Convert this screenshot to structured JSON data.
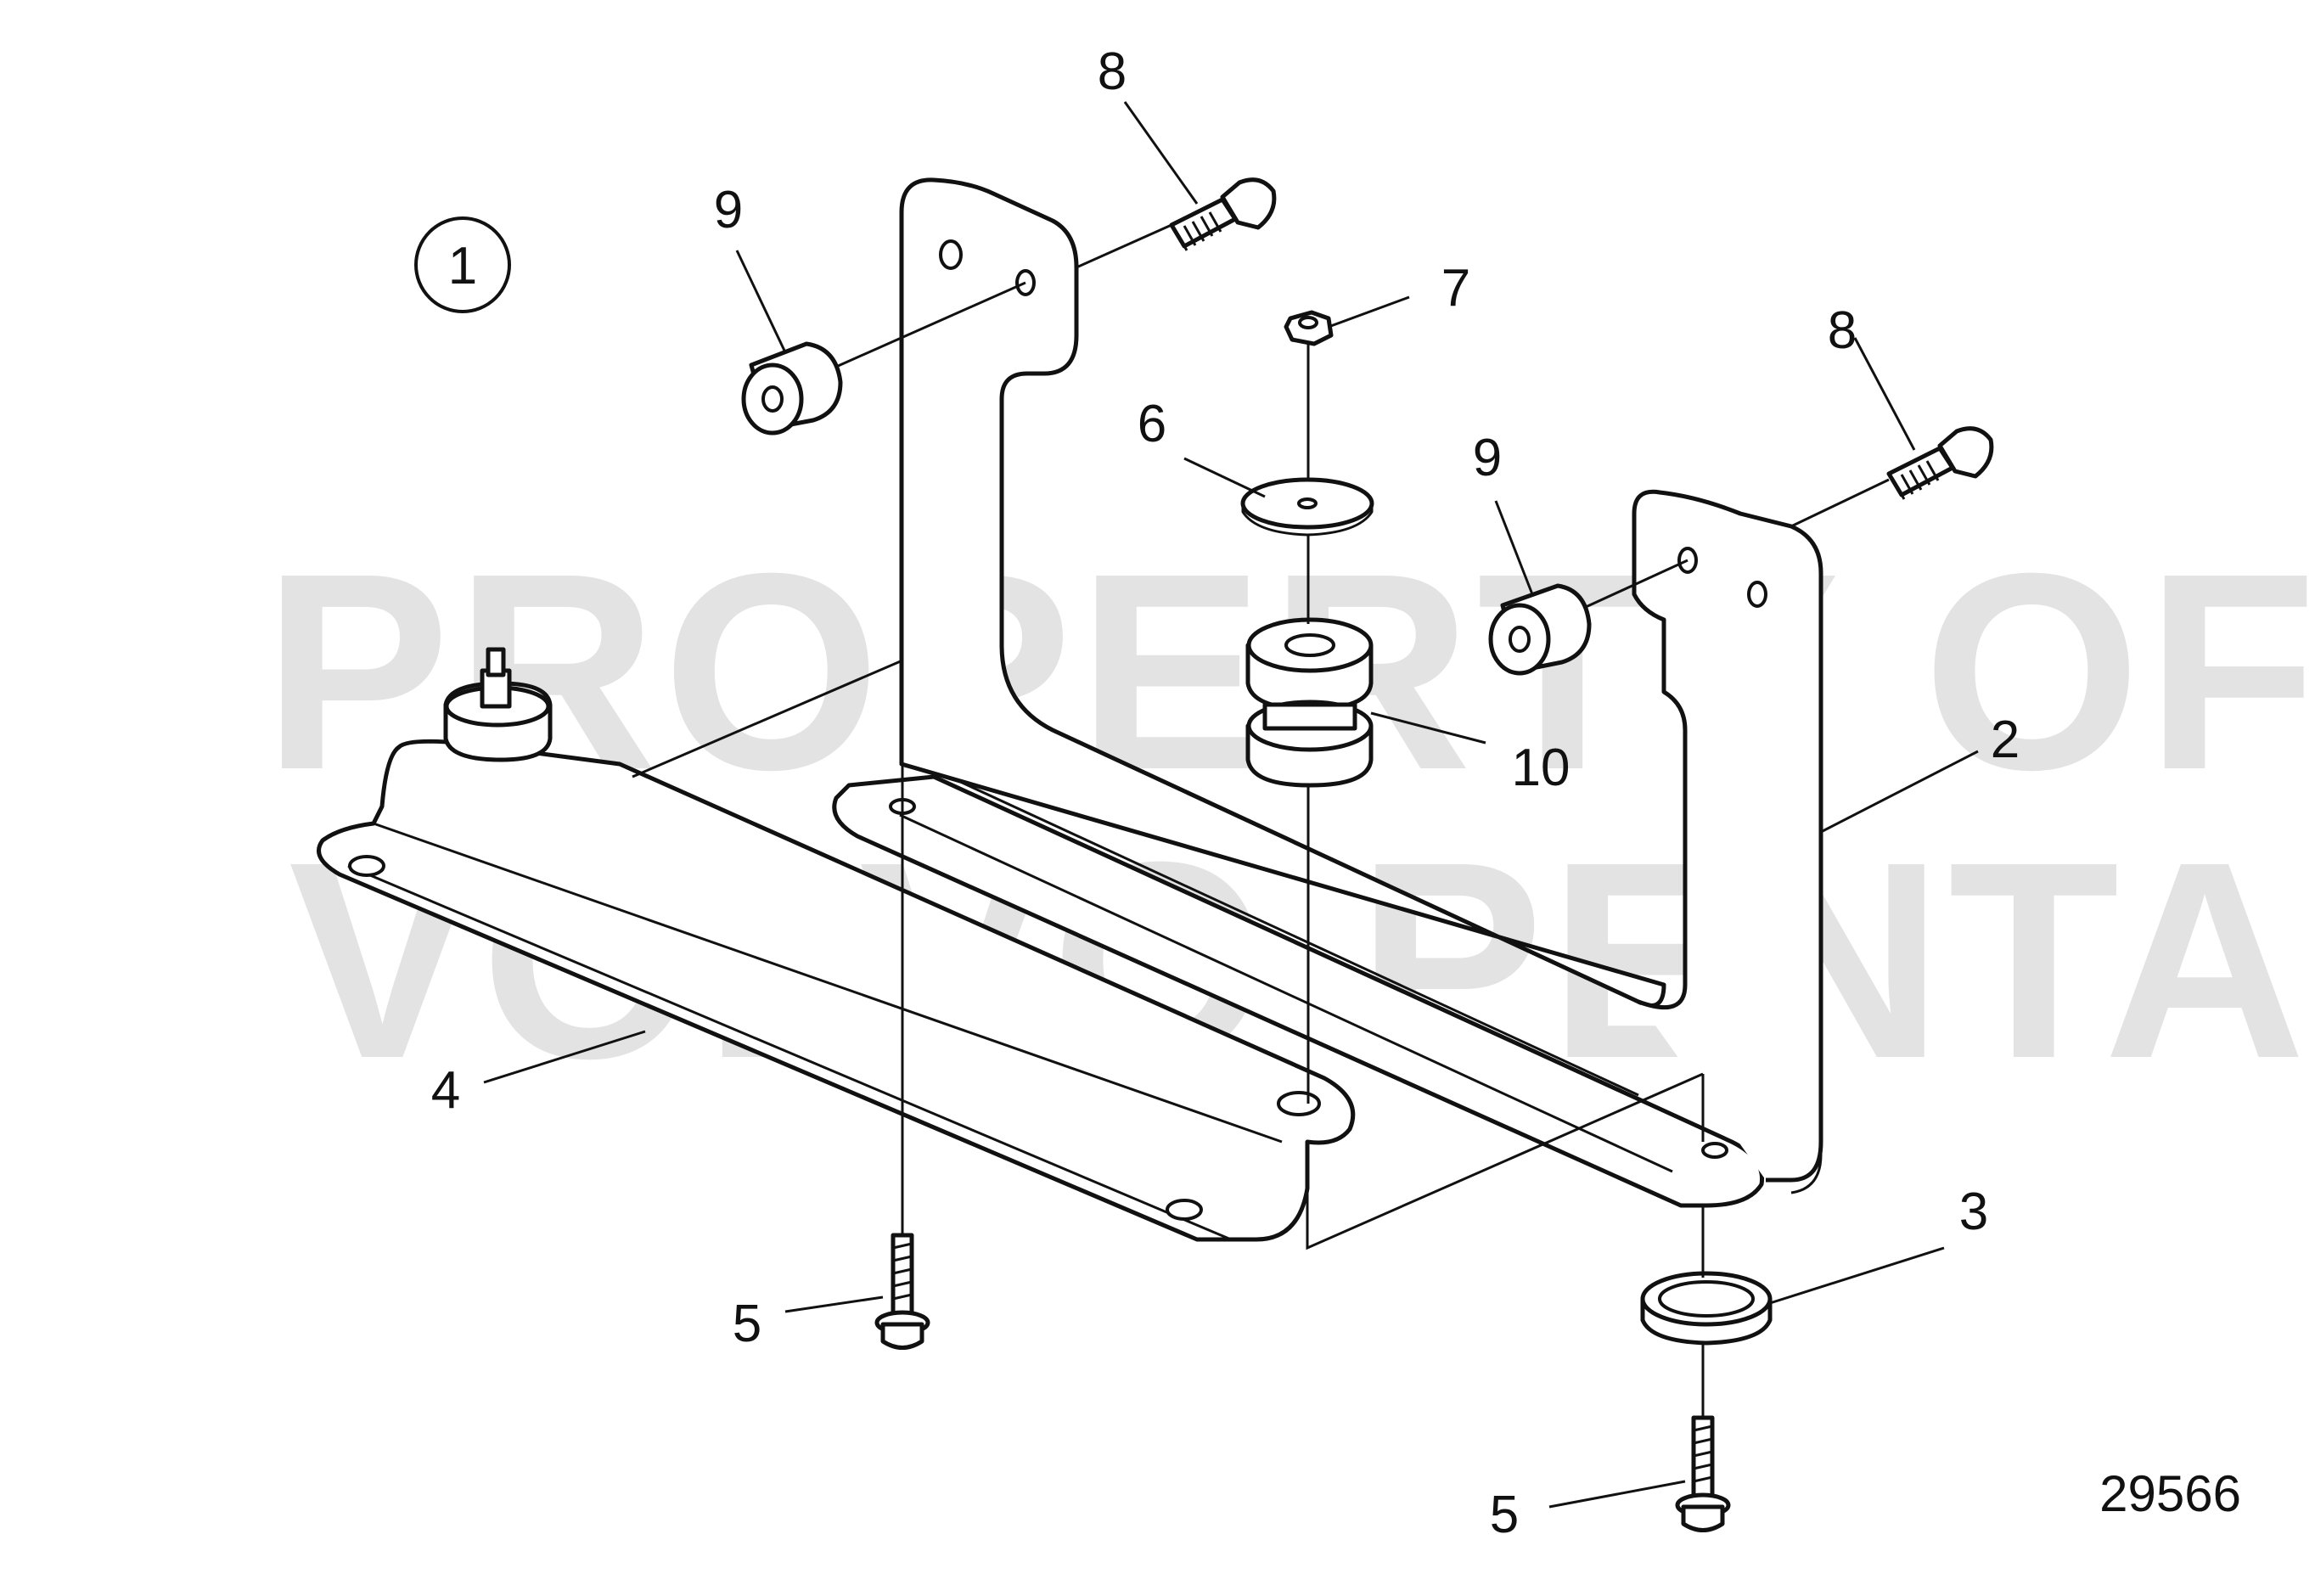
{
  "watermark": {
    "line1": "PROPERTY OF",
    "line2": "VOLVO PENTA",
    "color": "#e3e3e3"
  },
  "assembly_label": "1",
  "callouts": {
    "c2": "2",
    "c3": "3",
    "c4": "4",
    "c5a": "5",
    "c5b": "5",
    "c6": "6",
    "c7": "7",
    "c8a": "8",
    "c8b": "8",
    "c9a": "9",
    "c9b": "9",
    "c10": "10"
  },
  "drawing_number": "29566"
}
